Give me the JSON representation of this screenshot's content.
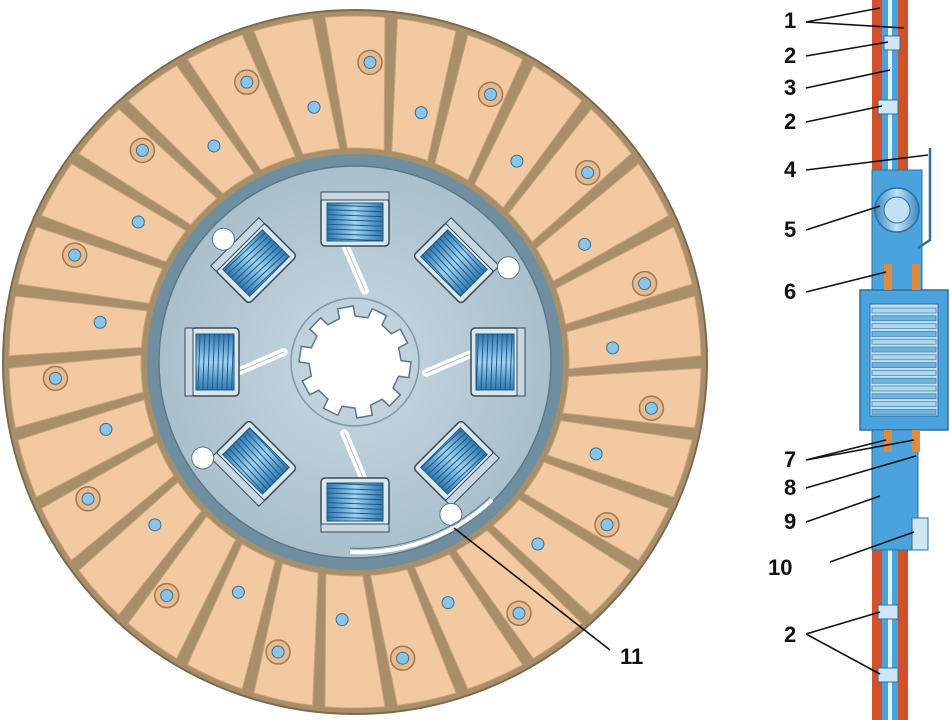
{
  "colors": {
    "friction_lining": "#f2c9a0",
    "lining_groove": "#a88f6a",
    "hub_plate": "#b7cbd6",
    "hub_rim": "#6f8fa0",
    "spring": "#5aa8d8",
    "outline": "#3a4a55",
    "section_red": "#d4502a",
    "section_blue": "#4aa3dc"
  },
  "callouts": [
    {
      "id": "c1",
      "label": "1"
    },
    {
      "id": "c2a",
      "label": "2"
    },
    {
      "id": "c3",
      "label": "3"
    },
    {
      "id": "c2b",
      "label": "2"
    },
    {
      "id": "c4",
      "label": "4"
    },
    {
      "id": "c5",
      "label": "5"
    },
    {
      "id": "c6",
      "label": "6"
    },
    {
      "id": "c7",
      "label": "7"
    },
    {
      "id": "c8",
      "label": "8"
    },
    {
      "id": "c9",
      "label": "9"
    },
    {
      "id": "c10",
      "label": "10"
    },
    {
      "id": "c2c",
      "label": "2"
    },
    {
      "id": "c11",
      "label": "11"
    }
  ]
}
